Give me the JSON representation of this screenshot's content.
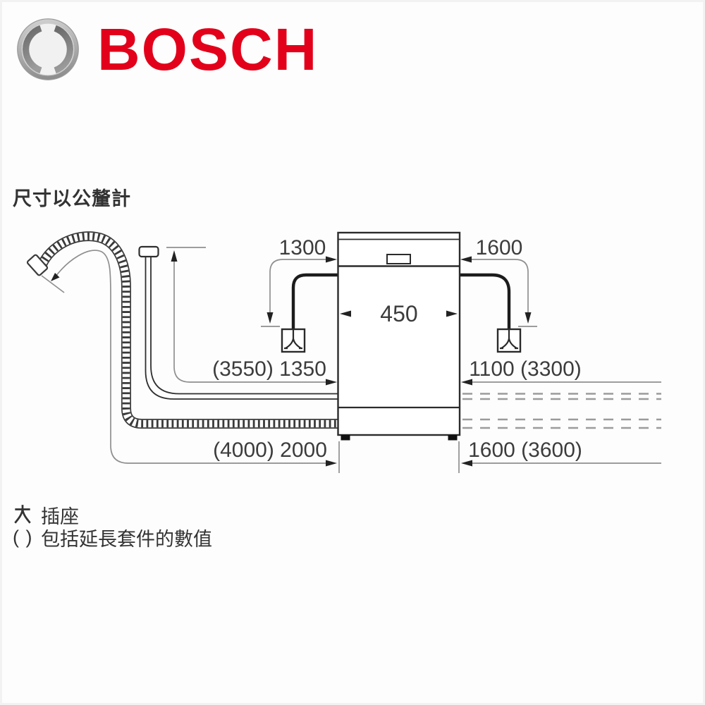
{
  "header": {
    "brand": "BOSCH",
    "brand_color": "#e2001a",
    "logo": "bosch-armature-emblem"
  },
  "title": "尺寸以公釐計",
  "diagram": {
    "type": "dishwasher-installation-dimensions",
    "unit": "mm",
    "labels": {
      "power_cord_left": "1300",
      "power_cord_right": "1600",
      "appliance_width": "450",
      "supply_hose_left": "(3550) 1350",
      "supply_hose_right": "1100 (3300)",
      "drain_hose_left": "(4000) 2000",
      "drain_hose_right": "1600 (3600)"
    },
    "colors": {
      "line": "#2b2b2b",
      "dimension_line": "#8f8f8f",
      "text": "#3c3c3c"
    },
    "icons": [
      "socket-icon-left",
      "socket-icon-right"
    ]
  },
  "legend": {
    "socket_symbol": "socket-icon",
    "socket_label": "插座",
    "bracket_symbol": "( )",
    "bracket_label": "包括延長套件的數值"
  }
}
